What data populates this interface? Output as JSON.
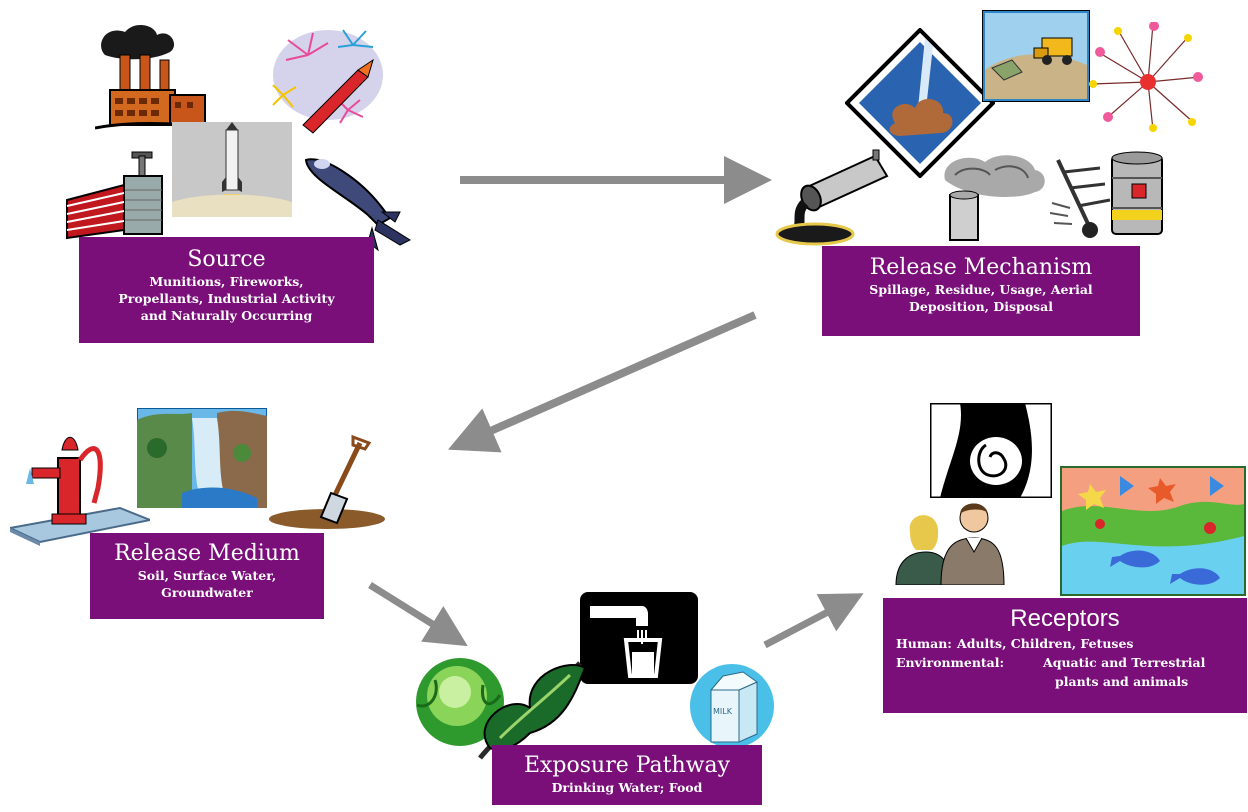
{
  "source": {
    "title": "Source",
    "lines": [
      "Munitions, Fireworks,",
      "Propellants, Industrial Activity",
      "and Naturally Occurring"
    ]
  },
  "release_mechanism": {
    "title": "Release Mechanism",
    "lines": [
      "Spillage, Residue, Usage, Aerial",
      "Deposition, Disposal"
    ]
  },
  "release_medium": {
    "title": "Release Medium",
    "lines": [
      "Soil, Surface Water,",
      "Groundwater"
    ]
  },
  "exposure_pathway": {
    "title": "Exposure Pathway",
    "lines": [
      "Drinking Water; Food"
    ]
  },
  "receptors": {
    "title": "Receptors",
    "human_label": "Human:",
    "human_value": "Adults, Children, Fetuses",
    "env_label": "Environmental:",
    "env_value": "Aquatic and Terrestrial",
    "env_value_2": "plants and animals"
  },
  "milk_label": "MILK",
  "colors": {
    "box": "#7a0f7a",
    "arrow": "#8c8c8c",
    "text": "#ffffff"
  },
  "icons": [
    "factory-icon",
    "fireworks-icon",
    "detonator-icon",
    "rocket-launch-icon",
    "missile-icon",
    "explosion-icon",
    "landfill-icon",
    "burst-icon",
    "spill-pipe-icon",
    "smoking-can-icon",
    "drum-dolly-icon",
    "water-pump-icon",
    "waterfall-icon",
    "shovel-icon",
    "lettuce-icon",
    "chard-icon",
    "faucet-icon",
    "milk-carton-icon",
    "fetus-icon",
    "people-icon",
    "ecosystem-icon"
  ]
}
